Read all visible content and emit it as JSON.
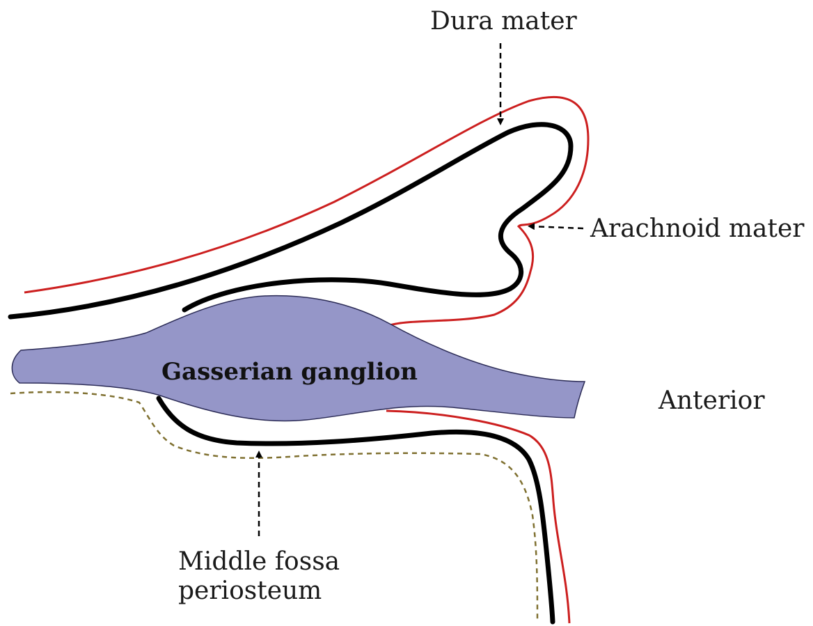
{
  "labels": {
    "dura_mater": "Dura mater",
    "arachnoid_mater": "Arachnoid mater",
    "gasserian_ganglion": "Gasserian ganglion",
    "anterior": "Anterior",
    "middle_fossa_line1": "Middle fossa",
    "middle_fossa_line2": "periosteum"
  },
  "colors": {
    "ganglion_fill": "#9596c8",
    "dura_stroke": "#000000",
    "arachnoid_stroke": "#cc1f1f",
    "periosteum_stroke": "#8a7a3a"
  }
}
